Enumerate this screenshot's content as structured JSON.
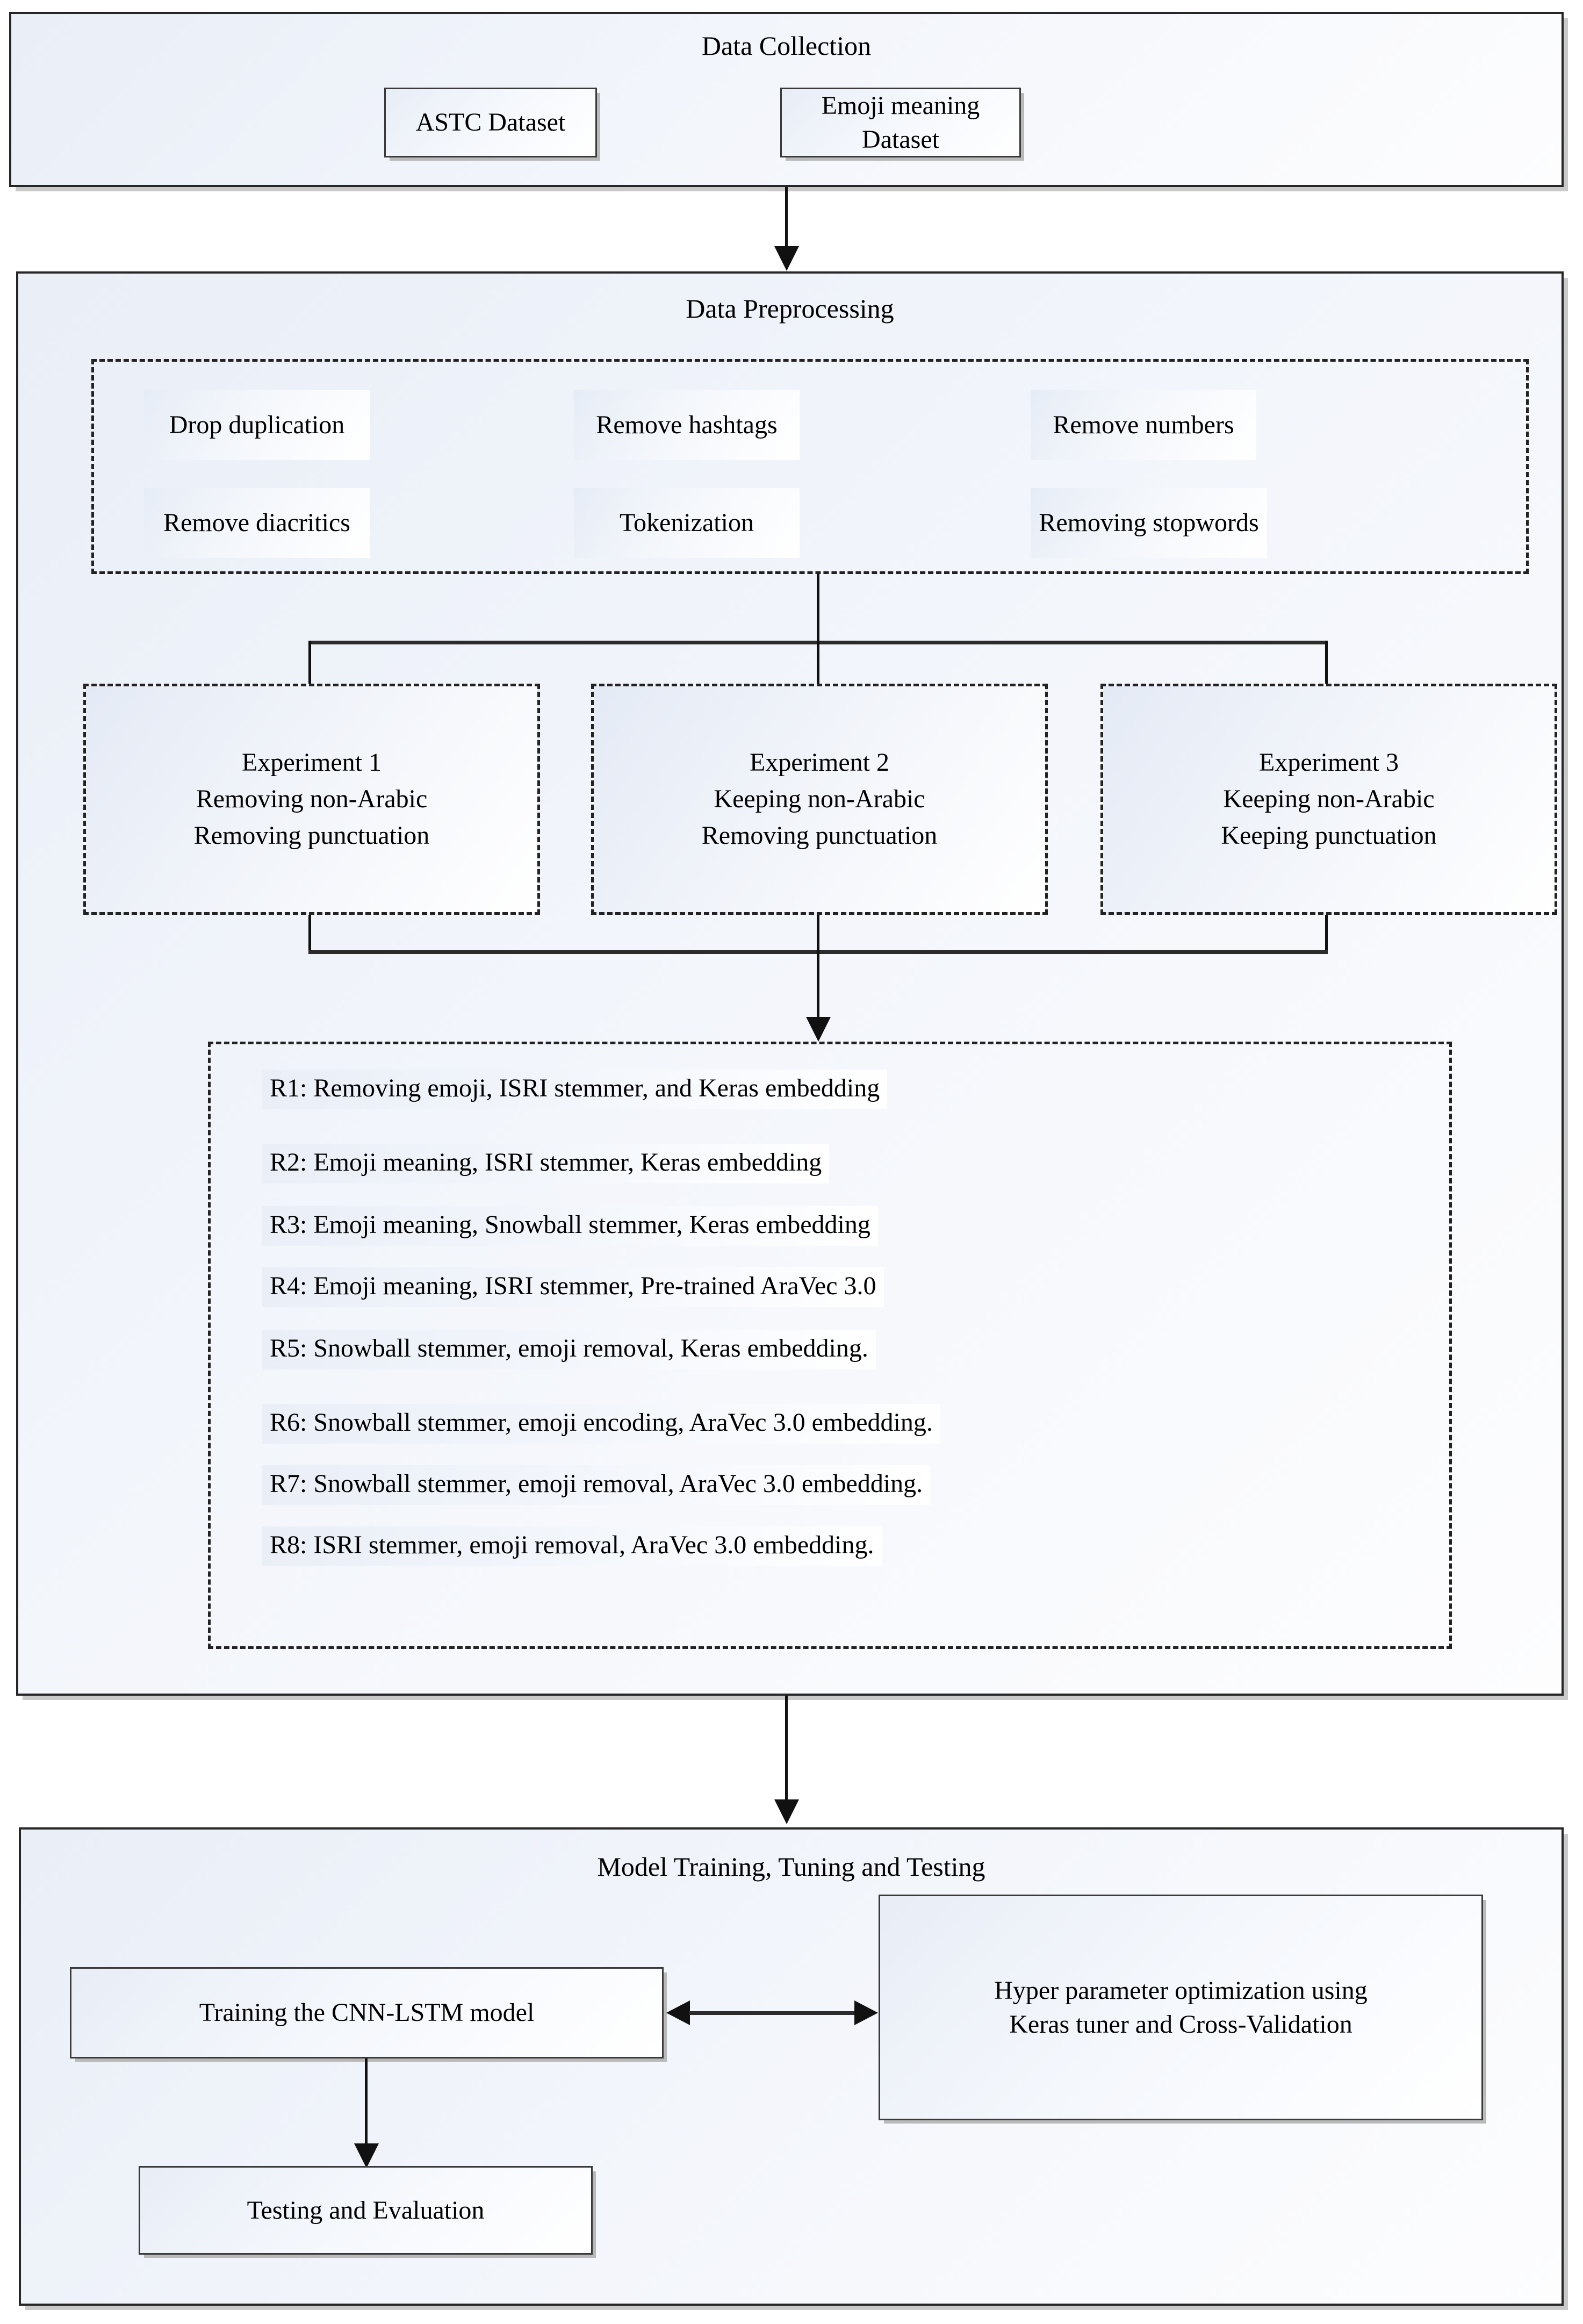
{
  "figure": {
    "type": "flowchart",
    "orientation": "top-to-bottom"
  },
  "stage1": {
    "title": "Data Collection",
    "datasets": [
      {
        "label": "ASTC Dataset"
      },
      {
        "label": "Emoji meaning Dataset"
      }
    ]
  },
  "stage2": {
    "title": "Data Preprocessing",
    "operations": [
      {
        "label": "Drop duplication"
      },
      {
        "label": "Remove hashtags"
      },
      {
        "label": "Remove numbers"
      },
      {
        "label": "Remove diacritics"
      },
      {
        "label": "Tokenization"
      },
      {
        "label": "Removing stopwords"
      }
    ],
    "experiments": [
      {
        "name": "Experiment 1",
        "line2": "Removing non-Arabic",
        "line3": "Removing punctuation"
      },
      {
        "name": "Experiment 2",
        "line2": "Keeping non-Arabic",
        "line3": "Removing  punctuation"
      },
      {
        "name": "Experiment 3",
        "line2": "Keeping non-Arabic",
        "line3": "Keeping punctuation"
      }
    ],
    "runs": [
      {
        "label": "R1: Removing emoji, ISRI stemmer, and Keras embedding"
      },
      {
        "label": "R2: Emoji meaning, ISRI stemmer, Keras embedding"
      },
      {
        "label": "R3: Emoji meaning, Snowball stemmer, Keras embedding"
      },
      {
        "label": "R4:  Emoji meaning, ISRI stemmer,  Pre-trained AraVec 3.0"
      },
      {
        "label": "R5: Snowball stemmer, emoji removal, Keras embedding."
      },
      {
        "label": "R6: Snowball stemmer, emoji encoding, AraVec 3.0 embedding."
      },
      {
        "label": "R7: Snowball stemmer, emoji removal, AraVec 3.0 embedding."
      },
      {
        "label": "R8: ISRI stemmer, emoji removal, AraVec 3.0 embedding."
      }
    ]
  },
  "stage3": {
    "title": "Model Training, Tuning and Testing",
    "training": {
      "label": "Training the CNN-LSTM model"
    },
    "tuning": {
      "line1": "Hyper parameter optimization using",
      "line2": "Keras tuner and Cross-Validation"
    },
    "testing": {
      "label": "Testing and Evaluation"
    }
  },
  "colors": {
    "panel_border": "#262626",
    "panel_fill": "#eef2f9",
    "node_border": "#3a3a3a",
    "dashed_border": "#222222",
    "connector": "#111111",
    "text": "#000000"
  }
}
